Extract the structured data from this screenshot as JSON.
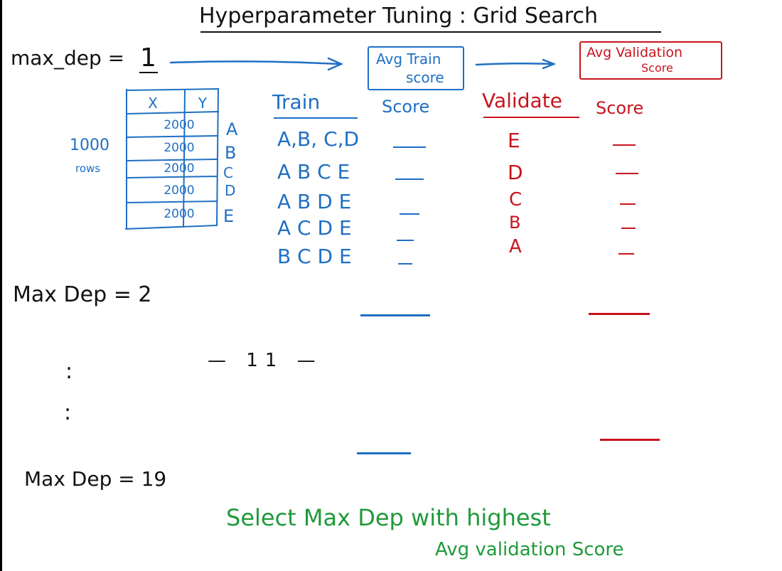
{
  "colors": {
    "ink": "#111111",
    "blue": "#1f6fc4",
    "red": "#c8141e",
    "green": "#1f9a3a"
  },
  "title": "Hyperparameter Tuning : Grid Search",
  "max_dep_1": {
    "label": "max_dep =",
    "value": "1"
  },
  "avg_train_box": {
    "line1": "Avg Train",
    "line2": "score"
  },
  "avg_val_box": {
    "line1": "Avg Validation",
    "line2": "Score"
  },
  "table": {
    "headers": [
      "X",
      "Y"
    ],
    "cell_value": "2000",
    "fold_labels": [
      "A",
      "B",
      "C",
      "D",
      "E"
    ],
    "rows_note_line1": "1000",
    "rows_note_line2": "rows"
  },
  "cv": {
    "headers": {
      "train": "Train",
      "train_score": "Score",
      "validate": "Validate",
      "val_score": "Score"
    },
    "train_sets": [
      "A,B, C,D",
      "A B C E",
      "A B D E",
      "A C D E",
      "B C D E"
    ],
    "validate_sets": [
      "E",
      "D",
      "C",
      "B",
      "A"
    ]
  },
  "max_dep_2": "Max Dep = 2",
  "ditto": "— 11 —",
  "vertical_dots": ":",
  "max_dep_19": "Max Dep = 19",
  "conclusion": {
    "line1": "Select Max Dep with highest",
    "line2": "Avg validation Score"
  }
}
